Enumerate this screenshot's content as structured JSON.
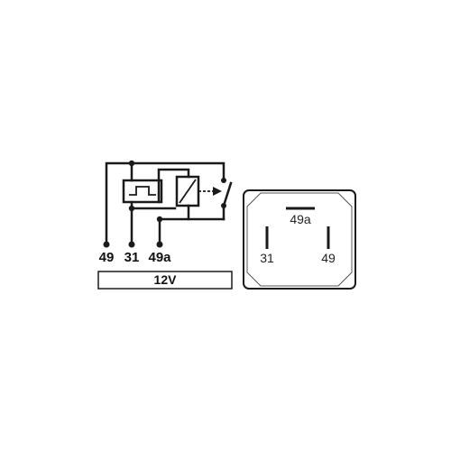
{
  "schematic": {
    "terminals": [
      "49",
      "31",
      "49a"
    ],
    "voltage": "12V"
  },
  "relay_view": {
    "pins": {
      "top": "49a",
      "left": "31",
      "right": "49"
    }
  }
}
